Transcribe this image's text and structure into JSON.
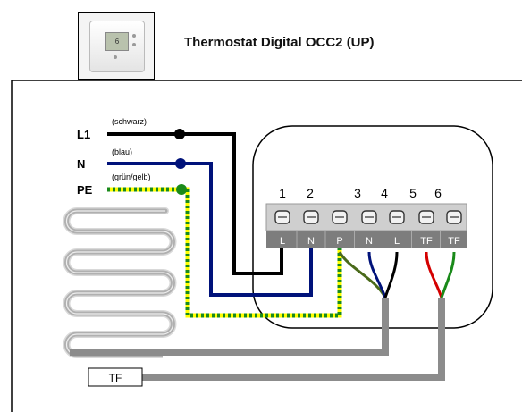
{
  "header": {
    "title": "Thermostat Digital OCC2 (UP)",
    "thumbnail_display": "6"
  },
  "supply": [
    {
      "id": "L1",
      "color_label": "(schwarz)",
      "wire_color": "#000000"
    },
    {
      "id": "N",
      "color_label": "(blau)",
      "wire_color": "#00127a"
    },
    {
      "id": "PE",
      "color_label": "(grün/gelb)",
      "wire_color": "#ffff00",
      "stripe_color": "#1a8a1a"
    }
  ],
  "terminal_numbers": [
    "1",
    "2",
    "3",
    "4",
    "5",
    "6"
  ],
  "terminal_labels": [
    "L",
    "N",
    "P",
    "N",
    "L",
    "TF",
    "TF"
  ],
  "sensor_label": "TF",
  "colors": {
    "cable_grey": "#8c8c8c",
    "terminal_block": "#cfcfcf",
    "terminal_label_bar": "#7d7d7d",
    "heating_mat": "#b0b0b0",
    "red_wire": "#d40000",
    "green_wire": "#1a8a1a",
    "olive_wire": "#4a6a1a"
  }
}
